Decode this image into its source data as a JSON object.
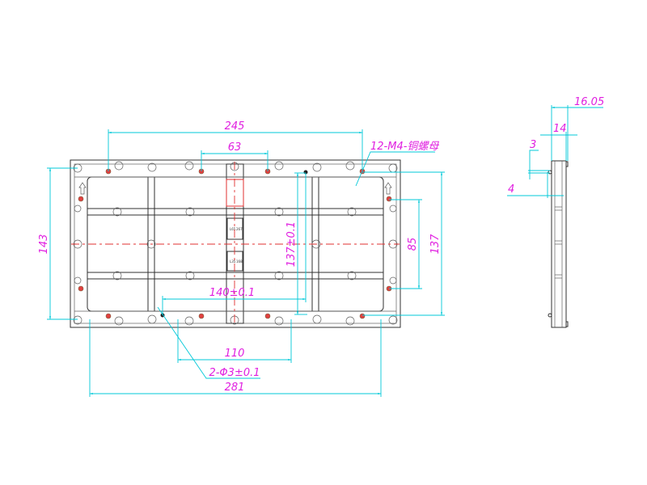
{
  "drawing": {
    "front_view": {
      "dimensions": {
        "width_245": "245",
        "width_63": "63",
        "nut_callout": "12-M4-铜螺母",
        "height_143": "143",
        "height_137": "137",
        "height_85": "85",
        "hole_137": "137±0.1",
        "hole_140": "140±0.1",
        "width_110": "110",
        "pin_callout": "2-Φ3±0.1",
        "width_281": "281"
      },
      "center_labels": [
        "L65",
        "267",
        "L35",
        "168"
      ]
    },
    "side_view": {
      "dimensions": {
        "depth_1605": "16.05",
        "depth_14": "14",
        "pin_3": "3",
        "pin_4": "4"
      }
    },
    "colors": {
      "dimension": "#00c8d8",
      "text": "#e020e0",
      "centerline": "#e03030",
      "outline": "#303030"
    }
  }
}
